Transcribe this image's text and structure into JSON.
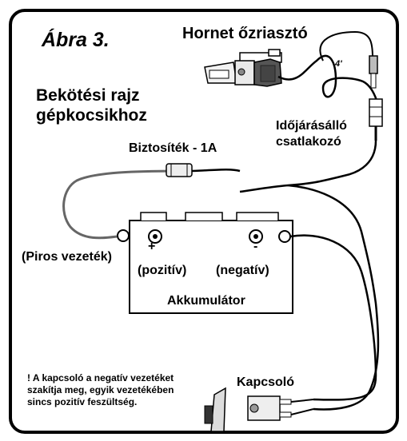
{
  "labels": {
    "figure_title": "Ábra 3.",
    "diagram_title_line1": "Bekötési rajz",
    "diagram_title_line2": "gépkocsikhoz",
    "device": "Hornet őzriasztó",
    "fuse": "Biztosíték - 1A",
    "connector_line1": "Időjárásálló",
    "connector_line2": "csatlakozó",
    "red_wire": "(Piros vezeték)",
    "positive_sign": "+",
    "positive": "(pozitív)",
    "negative_sign": "-",
    "negative": "(negatív)",
    "battery": "Akkumulátor",
    "switch": "Kapcsoló",
    "wire_length": "4'",
    "note_line1": "! A kapcsoló a negatív vezetéket",
    "note_line2": "szakítja meg, egyik vezetékében",
    "note_line3": "sincs pozitív feszültség."
  }
}
